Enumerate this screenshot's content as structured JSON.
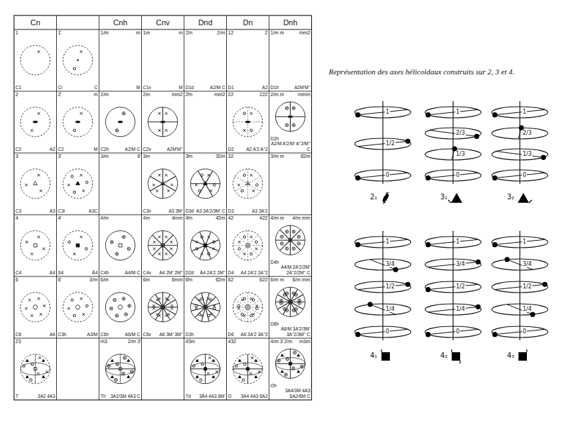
{
  "diagram": {
    "caption": "Représentation des axes hélicoïdaux construits sur 2, 3 et 4.",
    "labels": [
      "Cn",
      "Cnh",
      "Cnv",
      "Dnd",
      "Dn",
      "Dnh",
      "1",
      "C1",
      "1̄",
      "Ci",
      "C",
      "1/m",
      "m",
      "M",
      "1m",
      "m",
      "C1v",
      "M",
      "1̄m",
      "2/m",
      "D1d",
      "A2/M C",
      "12",
      "2",
      "D1",
      "A2",
      "1/m m",
      "mm2",
      "D1h",
      "A2M'M''",
      "2",
      "C2",
      "A2",
      "2̄",
      "m",
      "C2",
      "M",
      "2/m",
      "C2h",
      "A2/M C",
      "2m",
      "mm2",
      "C2v",
      "A2M'M''",
      "2̄m",
      "mm2",
      "22",
      "222",
      "D2",
      "A2 A'2 A''2",
      "2/m m",
      "mmm",
      "D2h",
      "A2/M A'2/M' A''2/M'' C",
      "3",
      "C3",
      "A3",
      "3̄",
      "C3i",
      "A3C",
      "3/m",
      "6̄",
      "3m",
      "C3v",
      "A3 3M'",
      "3̄m",
      "3̄2m",
      "D3d",
      "A3 3A'2/3M' C",
      "32",
      "D3",
      "A3 3A'2",
      "3/m m",
      "6̄2m",
      "4",
      "C4",
      "A4",
      "4̄",
      "S4",
      "Ā4",
      "4/m",
      "C4h",
      "A4/M C",
      "4m",
      "4mm",
      "C4v",
      "A4 2M' 2M''",
      "4̄m",
      "4̄2m",
      "D2d",
      "Ā4 2A'2 2M''",
      "42",
      "422",
      "D4",
      "A4 2A'2 2A''2",
      "4/m m",
      "4/m mm",
      "D4h",
      "A4/M 2A'2/2M' 2A''2/2M'' C",
      "6",
      "C6",
      "A6",
      "6̄",
      "3/m",
      "C3h",
      "A3/M",
      "6/m",
      "C6h",
      "A6/M C",
      "6m",
      "6mm",
      "C6v",
      "A6 3M' 3M''",
      "6̄m",
      "6̄2m",
      "D3h",
      "62",
      "622",
      "D6",
      "A6 3A'2 3A''2",
      "6/m m",
      "6/m mm",
      "D6h",
      "A6/M 3A'2/3M' 3A''2/3M'' C",
      "23",
      "T",
      "3A2 4A3",
      "m3",
      "2/m 3̄",
      "Th",
      "3A2/3M 4A3 C",
      "4̄3m",
      "Td",
      "3Ā4 4A3 6M'",
      "432",
      "O",
      "3A4 4A3 6A2",
      "4/m 3̄ 2/m",
      "m3m",
      "Oh",
      "3A4/3M 4A3 6A2/6M C",
      "1",
      "1/2",
      "0",
      "2₁",
      "1",
      "2/3",
      "1/3",
      "0",
      "3₁",
      "1",
      "2/3",
      "1/3",
      "0",
      "3₂",
      "1",
      "3/4",
      "1/2",
      "1/4",
      "0",
      "4₁",
      "1",
      "3/4",
      "1/2",
      "1/4",
      "0",
      "4₂",
      "1",
      "3/4",
      "1/2",
      "1/4",
      "0",
      "4₃"
    ]
  }
}
